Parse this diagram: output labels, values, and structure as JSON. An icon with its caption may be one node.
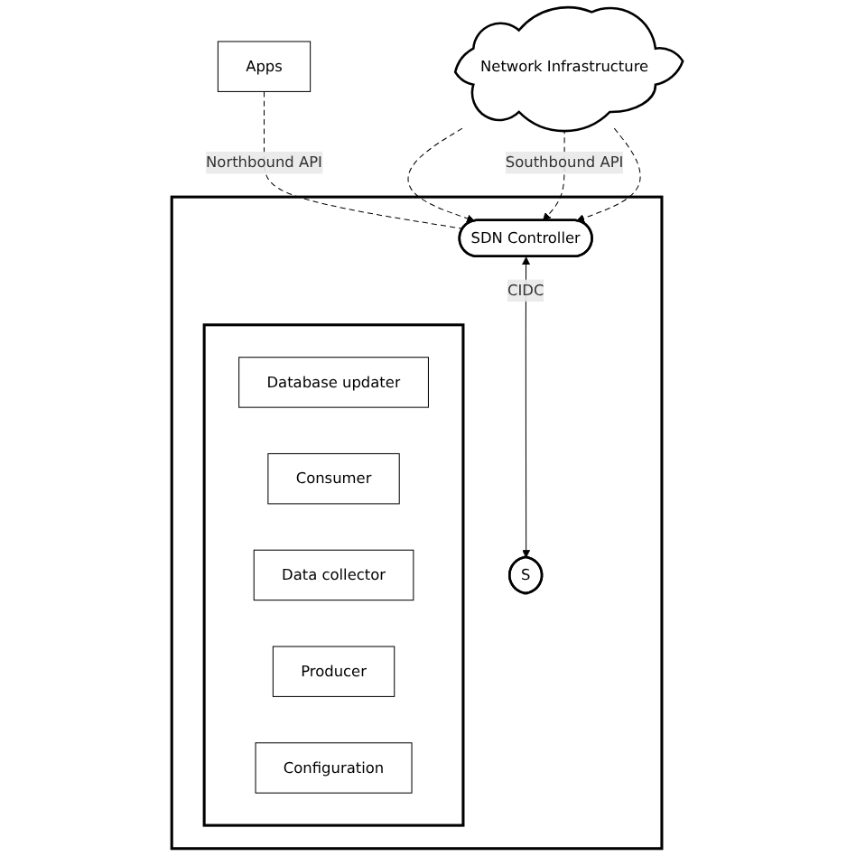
{
  "diagram": {
    "nodes": [
      {
        "text": [
          "Apps"
        ]
      },
      {
        "text": [],
        "shape": "box"
      },
      {
        "text": [],
        "shape": "box",
        "in": 1
      },
      {
        "text": [
          "Database updater"
        ],
        "in": 2
      },
      {
        "text": [
          "Consumer"
        ],
        "in": 2
      },
      {
        "text": [
          "Data collector"
        ],
        "in": 2
      },
      {
        "text": [
          "Producer"
        ],
        "in": 2
      },
      {
        "text": [
          "Configuration"
        ],
        "in": 2
      },
      {
        "text": [
          "SDN Controller"
        ],
        "in": 1
      },
      {
        "text": [
          "S"
        ],
        "in": 1
      },
      {
        "text": [
          "Network Infrastructure"
        ]
      }
    ],
    "edges": [
      {
        "from": 0,
        "to": 8,
        "arrow": "none",
        "style": "dashed",
        "label": "Northbound API"
      },
      {
        "from": 8,
        "to": 9,
        "arrow": "both",
        "label": "CIDC"
      },
      {
        "from": 10,
        "to": 8,
        "arrow": "to",
        "style": "dashed"
      },
      {
        "from": 10,
        "to": 8,
        "arrow": "to",
        "style": "dashed",
        "label": "Southbound API"
      },
      {
        "from": 10,
        "to": 8,
        "arrow": "to",
        "style": "dashed"
      }
    ]
  }
}
